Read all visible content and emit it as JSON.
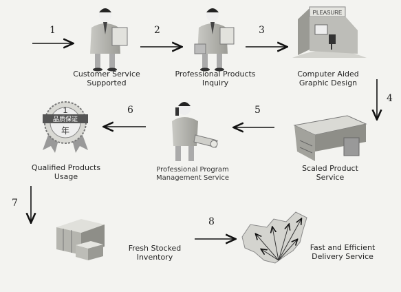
{
  "steps": [
    {
      "number": "1",
      "label": "Customer Service\nSupported"
    },
    {
      "number": "2",
      "label": "Professional Products\nInquiry"
    },
    {
      "number": "3",
      "label": "Computer Aided\nGraphic Design"
    },
    {
      "number": "4",
      "label": "Scaled Product\nService"
    },
    {
      "number": "5",
      "label": "Professional Program\nManagement Service"
    },
    {
      "number": "6",
      "label": "Qualified Products\nUsage"
    },
    {
      "number": "7",
      "label": "Fresh Stocked\nInventory"
    },
    {
      "number": "8",
      "label": "Fast and Efficient\nDelivery Service"
    }
  ],
  "signage": {
    "pleasure": "PLEASURE",
    "badge_top": "1",
    "badge_ribbon": "品质保证",
    "badge_bottom": "年"
  }
}
